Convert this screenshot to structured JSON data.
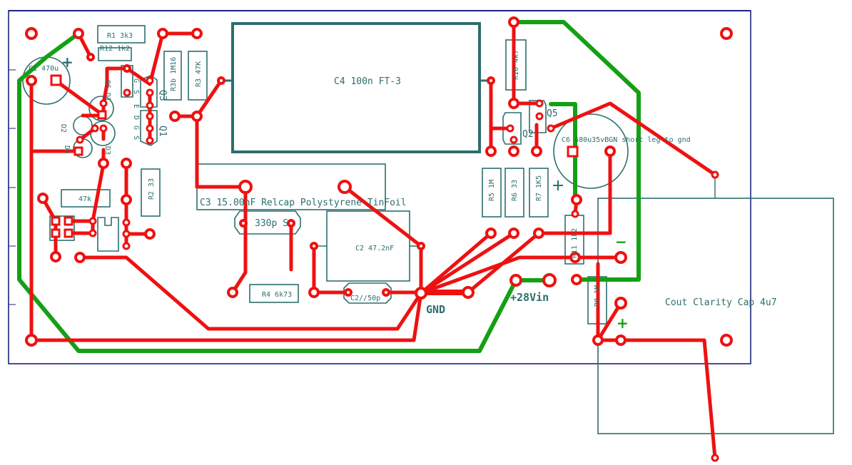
{
  "labels": {
    "r1": "R1 3k3",
    "r12": "R12 1k2",
    "c1": "C1 470u",
    "q6": "Q6",
    "d1": "D1",
    "d2": "D2",
    "d3": "D3",
    "d4": "D4",
    "r3b": "R3b 1M16",
    "r3": "R3 47K",
    "q3": "Q3",
    "q1": "Q1",
    "c4": "C4 100n FT-3",
    "r10": "R10 4k7",
    "q2": "Q2",
    "q5": "Q5",
    "c6": "C6 680u35vBGN short leg to gnd",
    "r2": "R2 33",
    "r47k": "47k",
    "c3": "C3 15.00nF Relcap Polystyrene TinFoil",
    "c330": "330p S",
    "c2": "C2 47.2nF",
    "c2b": "C2//50p",
    "r4": "R4 6k73",
    "r5": "R5 1M",
    "r6": "R6 33",
    "r7": "R7 1K5",
    "r11": "R11 1k2",
    "r8": "R8 1M",
    "gnd": "GND",
    "vin": "+28Vin",
    "cout": "Cout Clarity Cap 4u7",
    "pin_s": "S",
    "pin_g": "G",
    "pin_d": "D",
    "pin_e": "E"
  },
  "polarity": {
    "c1_plus": "+",
    "c6_plus": "+",
    "out_minus": "−",
    "out_plus": "+"
  },
  "colors": {
    "board_outline": "#1a237e",
    "silkscreen": "#2e6e6e",
    "trace_red": "#ee1111",
    "trace_green": "#14a014",
    "pad_fill": "#ffffff"
  }
}
